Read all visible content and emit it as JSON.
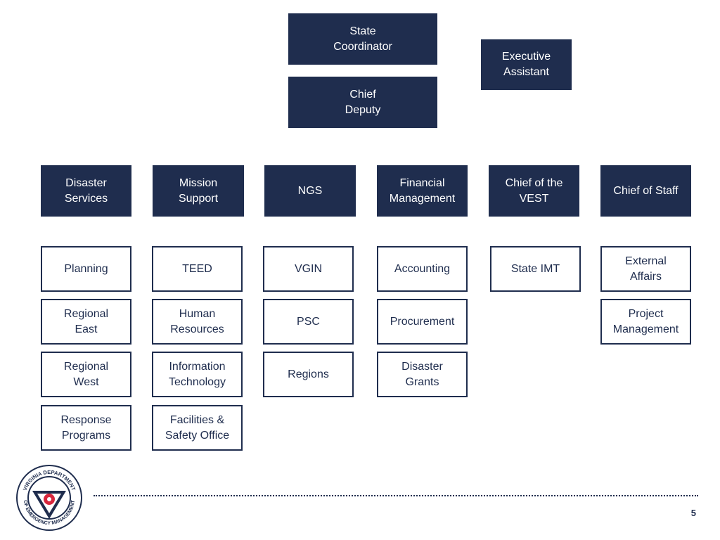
{
  "top": {
    "state_coordinator": "State\nCoordinator",
    "chief_deputy": "Chief\nDeputy",
    "executive_assistant": "Executive\nAssistant"
  },
  "departments": [
    "Disaster\nServices",
    "Mission\nSupport",
    "NGS",
    "Financial\nManagement",
    "Chief of the\nVEST",
    "Chief of Staff"
  ],
  "units": {
    "disaster_services": [
      "Planning",
      "Regional\nEast",
      "Regional\nWest",
      "Response\nPrograms"
    ],
    "mission_support": [
      "TEED",
      "Human\nResources",
      "Information\nTechnology",
      "Facilities &\nSafety Office"
    ],
    "ngs": [
      "VGIN",
      "PSC",
      "Regions"
    ],
    "financial_management": [
      "Accounting",
      "Procurement",
      "Disaster\nGrants"
    ],
    "chief_of_the_vest": [
      "State IMT"
    ],
    "chief_of_staff": [
      "External\nAffairs",
      "Project\nManagement"
    ]
  },
  "logo": {
    "text_top": "VIRGINIA DEPARTMENT",
    "text_bottom": "OF EMERGENCY MANAGEMENT",
    "colors": {
      "navy": "#1f2d4e",
      "red": "#d7263d"
    }
  },
  "footer": {
    "page_number": "5"
  },
  "colors": {
    "navy": "#1f2d4e"
  }
}
